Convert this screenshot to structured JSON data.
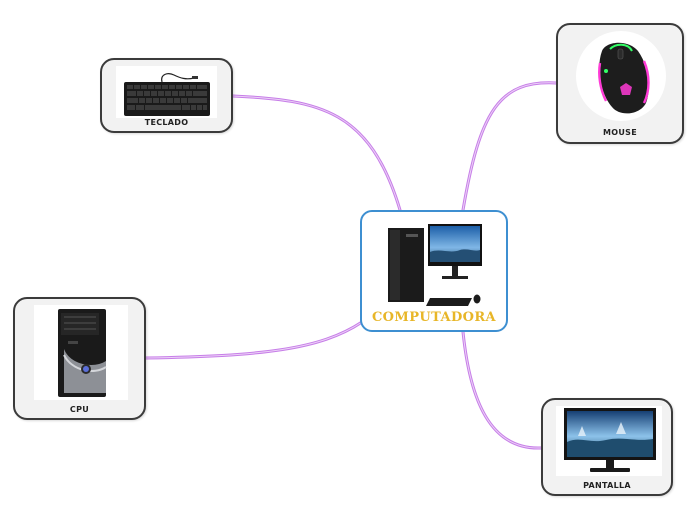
{
  "map": {
    "center": {
      "label": "COMPUTADORA",
      "accent": "#e8b628",
      "border": "#3d8fd1"
    },
    "connector_color": "#c77ee8",
    "nodes": [
      {
        "id": "teclado",
        "label": "TECLADO",
        "icon": "keyboard-icon"
      },
      {
        "id": "mouse",
        "label": "MOUSE",
        "icon": "mouse-icon"
      },
      {
        "id": "cpu",
        "label": "CPU",
        "icon": "cpu-tower-icon"
      },
      {
        "id": "pantalla",
        "label": "PANTALLA",
        "icon": "monitor-icon"
      }
    ]
  }
}
